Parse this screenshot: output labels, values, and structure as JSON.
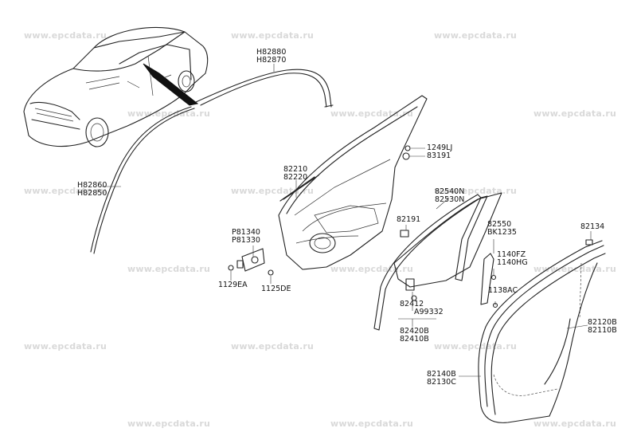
{
  "watermark": "www.epcdata.ru",
  "labels": {
    "h82880": "H82880",
    "h82870": "H82870",
    "n1249lj": "1249LJ",
    "n83191": "83191",
    "n82210": "82210",
    "n82220": "82220",
    "h82860": "H82860",
    "h82850": "H82850",
    "n82540n": "82540N",
    "n82530n": "82530N",
    "n82191": "82191",
    "n82550": "82550",
    "bk1235": "BK1235",
    "n82134": "82134",
    "p81340": "P81340",
    "p81330": "P81330",
    "n1140fz": "1140FZ",
    "n1140hg": "1140HG",
    "n1129ea": "1129EA",
    "n1125de": "1125DE",
    "n1138ac": "1138AC",
    "n82412": "82412",
    "a99332": "A99332",
    "n82420b": "82420B",
    "n82410b": "82410B",
    "n82120b": "82120B",
    "n82110b": "82110B",
    "n82140b": "82140B",
    "n82130c": "82130C"
  }
}
